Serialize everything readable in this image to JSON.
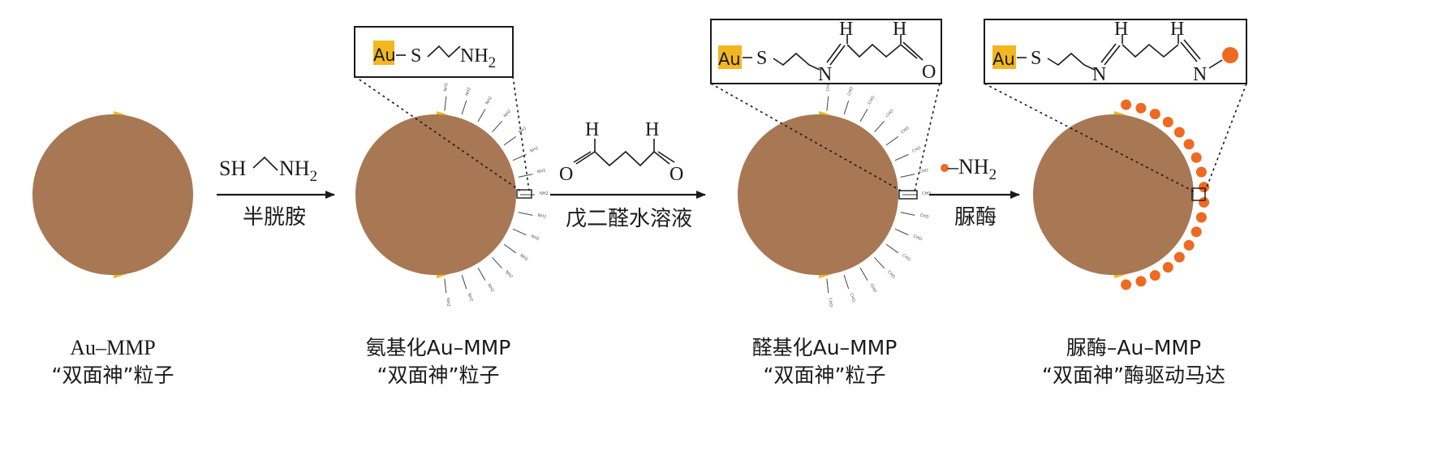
{
  "colors": {
    "particle": "#A87754",
    "gold": "#F2B720",
    "enzyme": "#EE6A22",
    "ink": "#1a1a1a"
  },
  "steps": [
    {
      "label": "半胱胺",
      "reagent": {
        "s": "SH",
        "n": "NH",
        "n_sub": "2"
      }
    },
    {
      "label": "戊二醛水溶液",
      "reagent": {
        "h1": "H",
        "h2": "H",
        "o1": "O",
        "o2": "O"
      }
    },
    {
      "label": "脲酶",
      "reagent": {
        "n": "–NH",
        "n_sub": "2"
      }
    }
  ],
  "particles": [
    {
      "name": "Au–MMP",
      "desc": "“双面神”粒子"
    },
    {
      "name": "氨基化Au–MMP",
      "desc": "“双面神”粒子"
    },
    {
      "name": "醛基化Au–MMP",
      "desc": "“双面神”粒子"
    },
    {
      "name": "脲酶–Au–MMP",
      "desc": "“双面神”酶驱动马达"
    }
  ],
  "insets": [
    {
      "au": "Au",
      "s": "S",
      "n": "NH",
      "n_sub": "2"
    },
    {
      "au": "Au",
      "s": "S",
      "n": "N",
      "h1": "H",
      "h2": "H",
      "o": "O"
    },
    {
      "au": "Au",
      "s": "S",
      "n1": "N",
      "n2": "N",
      "h1": "H",
      "h2": "H"
    }
  ],
  "hair_labels": {
    "amine": "NH2",
    "aldehyde": "CHO"
  }
}
